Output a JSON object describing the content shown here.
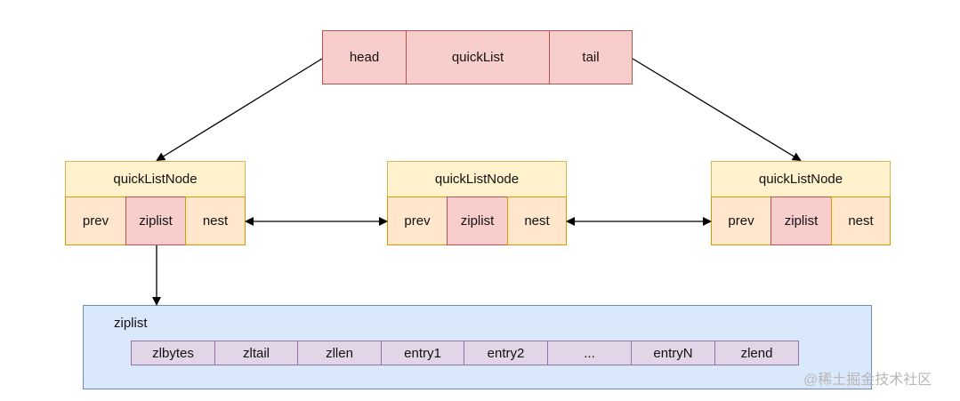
{
  "quicklist": {
    "head": "head",
    "label": "quickList",
    "tail": "tail"
  },
  "nodes": [
    {
      "title": "quickListNode",
      "prev": "prev",
      "ziplist": "ziplist",
      "next": "nest"
    },
    {
      "title": "quickListNode",
      "prev": "prev",
      "ziplist": "ziplist",
      "next": "nest"
    },
    {
      "title": "quickListNode",
      "prev": "prev",
      "ziplist": "ziplist",
      "next": "nest"
    }
  ],
  "ziplist": {
    "label": "ziplist",
    "cells": [
      "zlbytes",
      "zltail",
      "zllen",
      "entry1",
      "entry2",
      "...",
      "entryN",
      "zlend"
    ]
  },
  "watermark": "@稀土掘金技术社区",
  "colors": {
    "quicklist_fill": "#f8cecc",
    "quicklist_stroke": "#b85450",
    "node_title_fill": "#fff2cc",
    "node_title_stroke": "#d6b656",
    "node_field_fill": "#ffe6cc",
    "node_field_stroke": "#d79b00",
    "ziplist_fill": "#dae8fc",
    "ziplist_stroke": "#6c8ebf",
    "cell_fill": "#e1d5e7",
    "cell_stroke": "#9673a6"
  }
}
